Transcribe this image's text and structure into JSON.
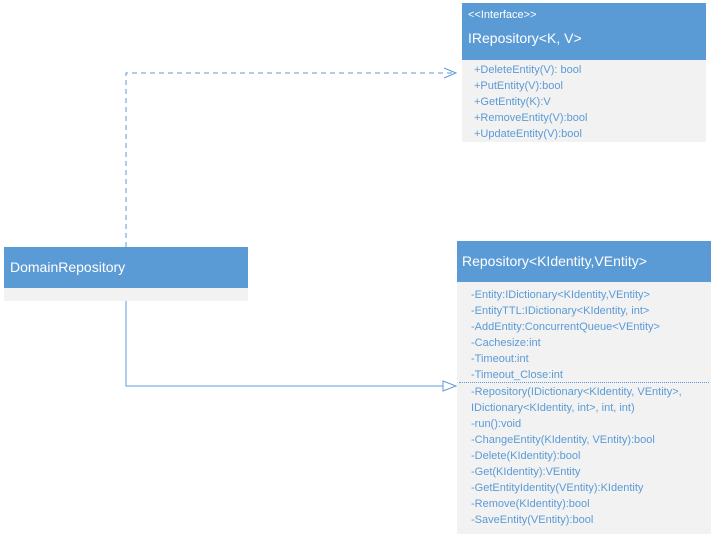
{
  "interface": {
    "stereotype": "<<Interface>>",
    "name": "IRepository<K, V>",
    "methods": [
      "+DeleteEntity(V): bool",
      "+PutEntity(V):bool",
      "+GetEntity(K):V",
      "+RemoveEntity(V):bool",
      "+UpdateEntity(V):bool"
    ]
  },
  "domain": {
    "name": "DomainRepository"
  },
  "repository": {
    "name": "Repository<KIdentity,VEntity>",
    "attributes": [
      "-Entity:IDictionary<KIdentity,VEntity>",
      "-EntityTTL:IDictionary<KIdentity, int>",
      "-AddEntity:ConcurrentQueue<VEntity>",
      "-Cachesize:int",
      "-Timeout:int",
      "-Timeout_Close:int"
    ],
    "operations": [
      "-Repository(IDictionary<KIdentity, VEntity>,",
      "IDictionary<KIdentity, int>, int, int)",
      "-run():void",
      "-ChangeEntity(KIdentity, VEntity):bool",
      "-Delete(KIdentity):bool",
      "-Get(KIdentity):VEntity",
      "-GetEntityIdentity(VEntity):KIdentity",
      "-Remove(KIdentity):bool",
      "-SaveEntity(VEntity):bool"
    ]
  },
  "colors": {
    "header": "#5b9bd5",
    "body": "#f2f2f2",
    "text": "#5b9bd5"
  }
}
